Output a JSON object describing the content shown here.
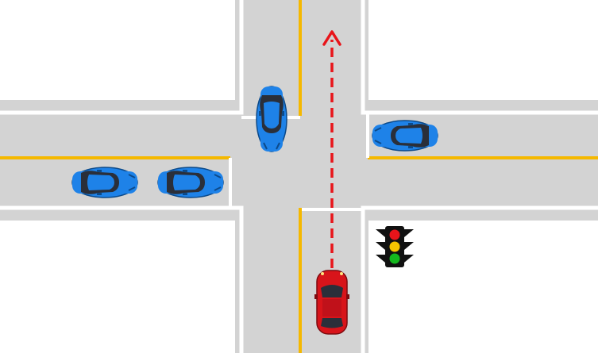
{
  "scene": {
    "type": "intersection",
    "road_color": "#d3d3d3",
    "curb_color": "#ffffff",
    "background_color": "#ffffff",
    "center_line_color": "#f5b800",
    "stop_line_color": "#ffffff"
  },
  "player_vehicle": {
    "kind": "sedan",
    "color": "#d8141a",
    "heading": "north",
    "intended_path": "straight"
  },
  "path_arrow": {
    "color": "#e8141a",
    "style": "dashed",
    "direction": "straight-ahead"
  },
  "other_vehicles": [
    {
      "name": "car-southbound-top",
      "color": "#1e82e8",
      "heading": "south"
    },
    {
      "name": "car-westbound-right",
      "color": "#1e82e8",
      "heading": "west"
    },
    {
      "name": "car-eastbound-left-1",
      "color": "#1e82e8",
      "heading": "east"
    },
    {
      "name": "car-eastbound-left-2",
      "color": "#1e82e8",
      "heading": "east"
    }
  ],
  "traffic_light": {
    "lights": [
      "red",
      "yellow",
      "green"
    ],
    "colors": {
      "red": "#e8141a",
      "yellow": "#f5c400",
      "green": "#14b81e"
    },
    "housing_color": "#111111"
  }
}
